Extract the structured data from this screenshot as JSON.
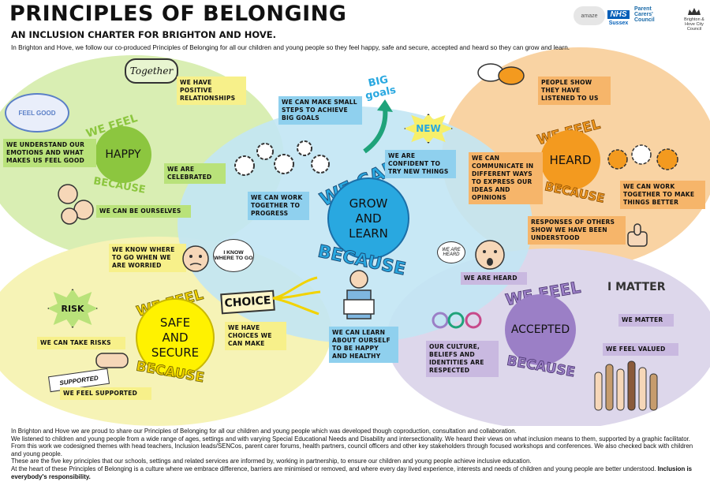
{
  "header": {
    "title": "PRINCIPLES OF BELONGING",
    "subtitle": "AN INCLUSION CHARTER FOR BRIGHTON AND HOVE.",
    "intro": "In Brighton and Hove, we follow our co-produced Principles of Belonging for all our children and young people so they feel happy, safe and secure, accepted and heard so they can grow and learn."
  },
  "logos": {
    "amaze": "amaze",
    "nhs": "NHS",
    "nhs_region": "Sussex",
    "pcc_line1": "Parent",
    "pcc_line2": "Carers'",
    "pcc_line3": "Council",
    "bh": "Brighton & Hove City Council"
  },
  "banners": {
    "we_feel": "WE FEEL",
    "we_can": "WE CAN",
    "because": "BECAUSE"
  },
  "circles": {
    "happy": "HAPPY",
    "grow": [
      "GROW",
      "AND",
      "LEARN"
    ],
    "heard": "HEARD",
    "safe": [
      "SAFE",
      "AND",
      "SECURE"
    ],
    "accepted": "ACCEPTED"
  },
  "doodles": {
    "together": "Together",
    "big_goals": "BIG goals",
    "new": "NEW",
    "choice": "CHOICE",
    "risk": "RISK",
    "know_where": "I KNOW WHERE TO GO",
    "feel_good": "FEEL GOOD",
    "supported": "SUPPORTED",
    "we_are_heard_bubble": "WE ARE HEARD",
    "i_matter": "I MATTER"
  },
  "statements": {
    "positive_relationships": "WE HAVE POSITIVE RELATIONSHIPS",
    "emotions": "WE UNDERSTAND OUR EMOTIONS AND WHAT MAKES US FEEL GOOD",
    "celebrated": "WE ARE CELEBRATED",
    "ourselves": "WE CAN BE OURSELVES",
    "small_steps": "WE CAN MAKE SMALL STEPS TO ACHIEVE BIG GOALS",
    "confident": "WE ARE CONFIDENT TO TRY NEW THINGS",
    "work_together_progress": "WE CAN WORK TOGETHER TO PROGRESS",
    "people_show": "PEOPLE SHOW THEY HAVE LISTENED TO US",
    "communicate": "WE CAN COMMUNICATE IN DIFFERENT WAYS TO EXPRESS OUR IDEAS AND OPINIONS",
    "work_together_better": "WE CAN WORK TOGETHER TO MAKE THINGS BETTER",
    "responses": "RESPONSES OF OTHERS SHOW WE HAVE BEEN UNDERSTOOD",
    "know_where": "WE KNOW WHERE TO GO WHEN WE ARE WORRIED",
    "we_are_heard": "WE ARE HEARD",
    "take_risks": "WE CAN TAKE RISKS",
    "choices": "WE HAVE CHOICES WE CAN MAKE",
    "learn_about": "WE CAN LEARN ABOUT OURSELF TO BE HAPPY AND HEALTHY",
    "culture": "OUR CULTURE, BELIEFS AND IDENTITIES ARE RESPECTED",
    "matter": "WE MATTER",
    "valued": "WE FEEL VALUED",
    "supported": "WE FEEL SUPPORTED"
  },
  "footer": {
    "p1": "In Brighton and Hove we are proud to share our Principles of Belonging for all our children and young people which was developed though coproduction, consultation and collaboration.",
    "p2": "We listened to children and young people from a wide range of ages, settings and with varying Special Educational Needs and Disability and intersectionality. We heard their views on what inclusion means to them, supported by a graphic facilitator. From this work we codesigned themes with head teachers, Inclusion leads/SENCos, parent carer forums, health partners, council officers and other key stakeholders through focused workshops and conferences. We also checked back with children and young people.",
    "p3": "These are the five key principles that our schools, settings and related services are informed by, working in partnership, to ensure our children and young people achieve inclusive education.",
    "p4": "At the heart of these Principles of Belonging is a culture where we embrace difference, barriers are minimised or removed, and where every day lived experience,  interests and needs of children and young people are better understood.",
    "p4_bold": "Inclusion is everybody's responsibility."
  },
  "colors": {
    "green_bg": "#d8edb0",
    "blue_bg": "#bfe3f3",
    "orange_bg": "#f9d2a0",
    "yellow_bg": "#f6f3b0",
    "purple_bg": "#dcd6ea",
    "happy": "#8cc63f",
    "grow": "#29a8e0",
    "heard": "#f39a1f",
    "safe": "#fff200",
    "accepted": "#9b7fc6"
  }
}
